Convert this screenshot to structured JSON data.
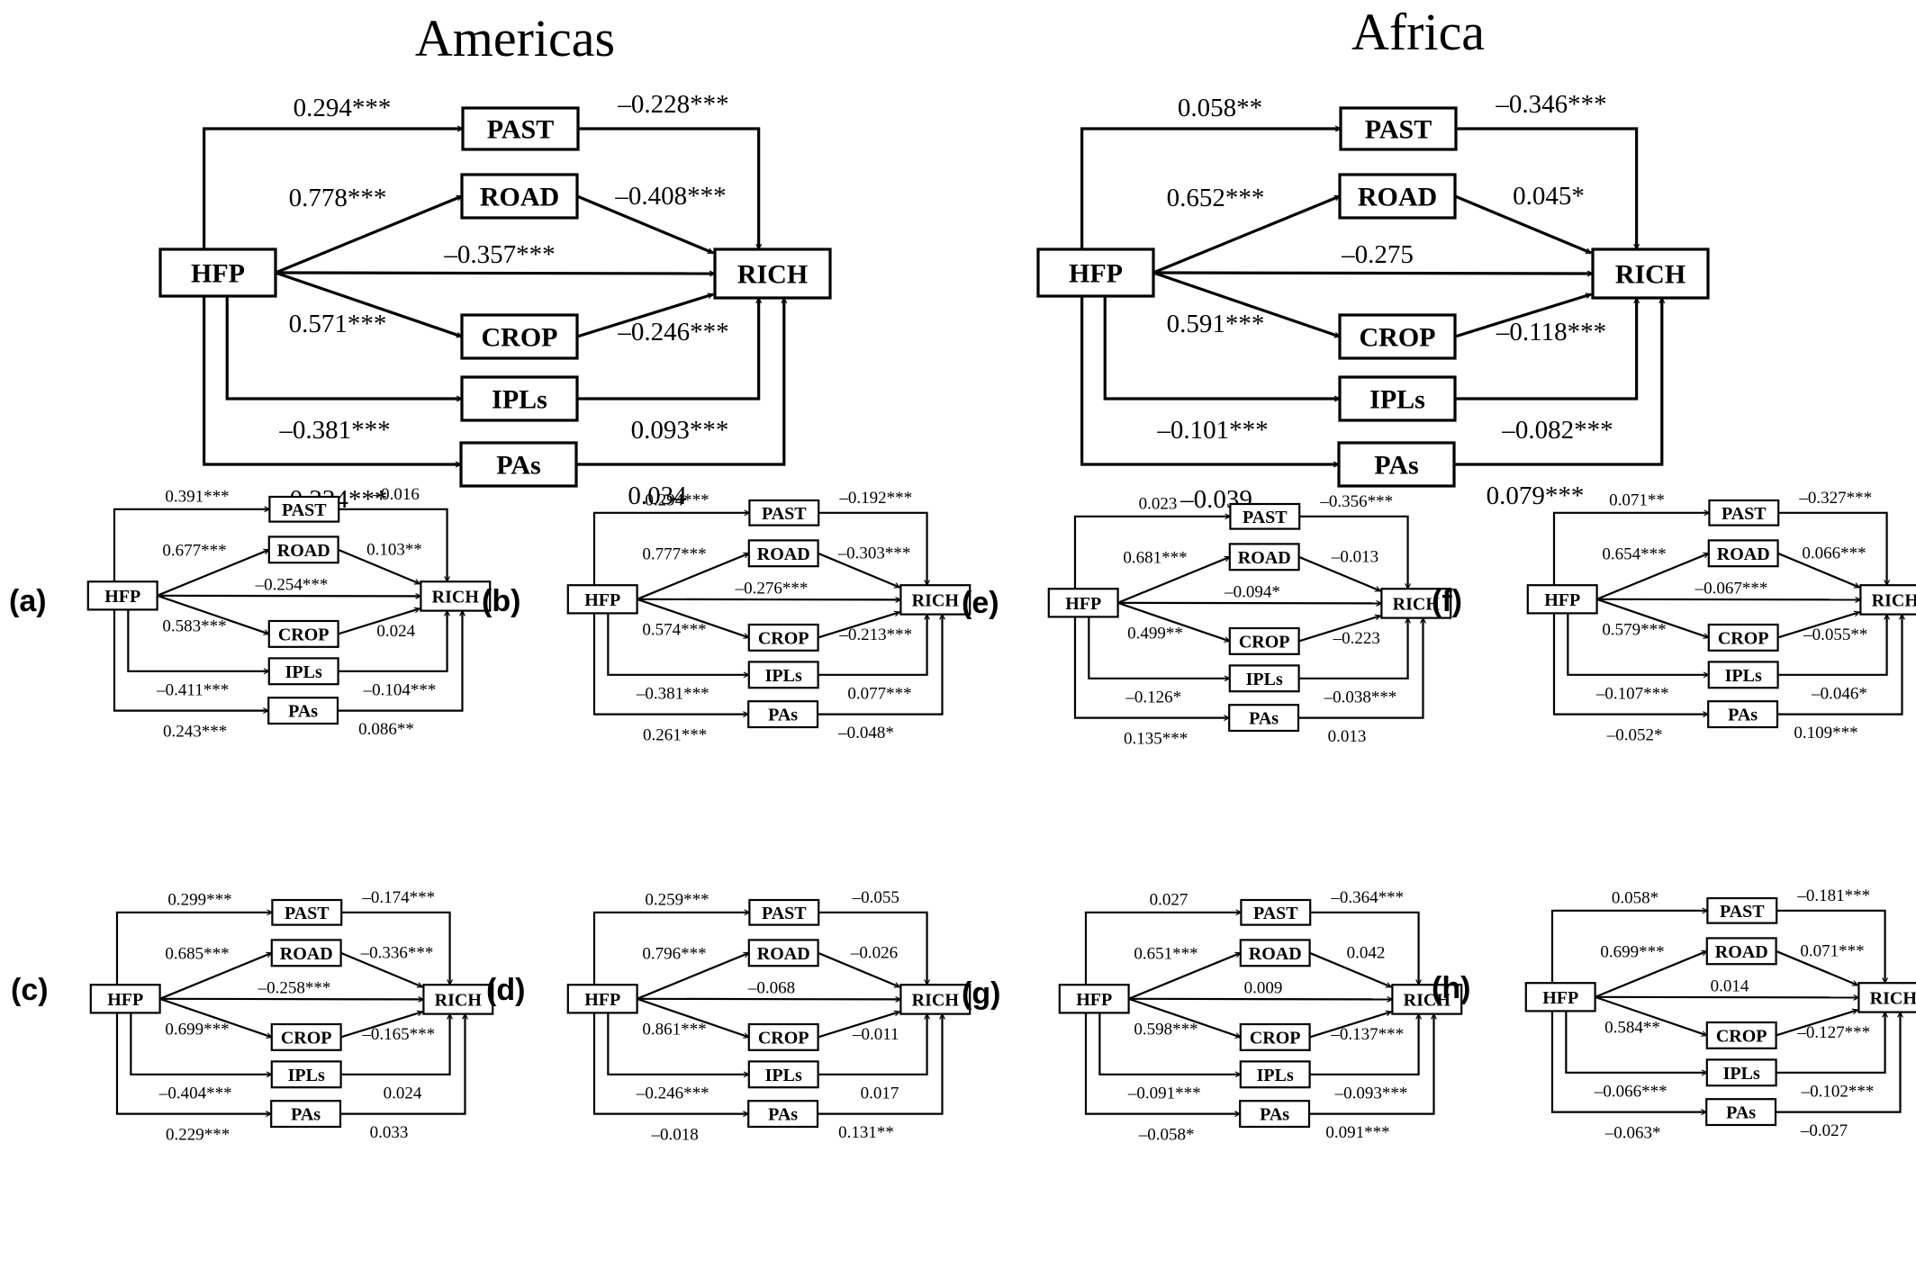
{
  "nodes": {
    "HFP": "HFP",
    "PAST": "PAST",
    "ROAD": "ROAD",
    "CROP": "CROP",
    "IPLs": "IPLs",
    "PAs": "PAs",
    "RICH": "RICH"
  },
  "edge_order": [
    "hfp_past",
    "hfp_road",
    "hfp_rich",
    "hfp_crop",
    "hfp_ipls",
    "hfp_pas",
    "past_rich",
    "road_rich",
    "crop_rich",
    "ipls_rich",
    "pas_rich"
  ],
  "panels": [
    {
      "id": "americas",
      "title": "Americas",
      "label": "",
      "coefficients": {
        "hfp_past": "0.294***",
        "hfp_road": "0.778***",
        "hfp_rich": "–0.357***",
        "hfp_crop": "0.571***",
        "hfp_ipls": "–0.381***",
        "hfp_pas": "0.224***",
        "past_rich": "–0.228***",
        "road_rich": "–0.408***",
        "crop_rich": "–0.246***",
        "ipls_rich": "0.093***",
        "pas_rich": "0.034"
      }
    },
    {
      "id": "africa",
      "title": "Africa",
      "label": "",
      "coefficients": {
        "hfp_past": "0.058**",
        "hfp_road": "0.652***",
        "hfp_rich": "–0.275",
        "hfp_crop": "0.591***",
        "hfp_ipls": "–0.101***",
        "hfp_pas": "–0.039",
        "past_rich": "–0.346***",
        "road_rich": "0.045*",
        "crop_rich": "–0.118***",
        "ipls_rich": "–0.082***",
        "pas_rich": "0.079***"
      }
    },
    {
      "id": "a",
      "title": "",
      "label": "(a)",
      "coefficients": {
        "hfp_past": "0.391***",
        "hfp_road": "0.677***",
        "hfp_rich": "–0.254***",
        "hfp_crop": "0.583***",
        "hfp_ipls": "–0.411***",
        "hfp_pas": "0.243***",
        "past_rich": "–0.016",
        "road_rich": "0.103**",
        "crop_rich": "0.024",
        "ipls_rich": "–0.104***",
        "pas_rich": "0.086**"
      }
    },
    {
      "id": "b",
      "title": "",
      "label": "(b)",
      "coefficients": {
        "hfp_past": "0.294***",
        "hfp_road": "0.777***",
        "hfp_rich": "–0.276***",
        "hfp_crop": "0.574***",
        "hfp_ipls": "–0.381***",
        "hfp_pas": "0.261***",
        "past_rich": "–0.192***",
        "road_rich": "–0.303***",
        "crop_rich": "–0.213***",
        "ipls_rich": "0.077***",
        "pas_rich": "–0.048*"
      }
    },
    {
      "id": "e",
      "title": "",
      "label": "(e)",
      "coefficients": {
        "hfp_past": "0.023",
        "hfp_road": "0.681***",
        "hfp_rich": "–0.094*",
        "hfp_crop": "0.499**",
        "hfp_ipls": "–0.126*",
        "hfp_pas": "0.135***",
        "past_rich": "–0.356***",
        "road_rich": "–0.013",
        "crop_rich": "–0.223",
        "ipls_rich": "–0.038***",
        "pas_rich": "0.013"
      }
    },
    {
      "id": "f",
      "title": "",
      "label": "(f)",
      "coefficients": {
        "hfp_past": "0.071**",
        "hfp_road": "0.654***",
        "hfp_rich": "–0.067***",
        "hfp_crop": "0.579***",
        "hfp_ipls": "–0.107***",
        "hfp_pas": "–0.052*",
        "past_rich": "–0.327***",
        "road_rich": "0.066***",
        "crop_rich": "–0.055**",
        "ipls_rich": "–0.046*",
        "pas_rich": "0.109***"
      }
    },
    {
      "id": "c",
      "title": "",
      "label": "(c)",
      "coefficients": {
        "hfp_past": "0.299***",
        "hfp_road": "0.685***",
        "hfp_rich": "–0.258***",
        "hfp_crop": "0.699***",
        "hfp_ipls": "–0.404***",
        "hfp_pas": "0.229***",
        "past_rich": "–0.174***",
        "road_rich": "–0.336***",
        "crop_rich": "–0.165***",
        "ipls_rich": "0.024",
        "pas_rich": "0.033"
      }
    },
    {
      "id": "d",
      "title": "",
      "label": "(d)",
      "coefficients": {
        "hfp_past": "0.259***",
        "hfp_road": "0.796***",
        "hfp_rich": "–0.068",
        "hfp_crop": "0.861***",
        "hfp_ipls": "–0.246***",
        "hfp_pas": "–0.018",
        "past_rich": "–0.055",
        "road_rich": "–0.026",
        "crop_rich": "–0.011",
        "ipls_rich": "0.017",
        "pas_rich": "0.131**"
      }
    },
    {
      "id": "g",
      "title": "",
      "label": "(g)",
      "coefficients": {
        "hfp_past": "0.027",
        "hfp_road": "0.651***",
        "hfp_rich": "0.009",
        "hfp_crop": "0.598***",
        "hfp_ipls": "–0.091***",
        "hfp_pas": "–0.058*",
        "past_rich": "–0.364***",
        "road_rich": "0.042",
        "crop_rich": "–0.137***",
        "ipls_rich": "–0.093***",
        "pas_rich": "0.091***"
      }
    },
    {
      "id": "h",
      "title": "",
      "label": "(h)",
      "coefficients": {
        "hfp_past": "0.058*",
        "hfp_road": "0.699***",
        "hfp_rich": "0.014",
        "hfp_crop": "0.584**",
        "hfp_ipls": "–0.066***",
        "hfp_pas": "–0.063*",
        "past_rich": "–0.181***",
        "road_rich": "0.071***",
        "crop_rich": "–0.127***",
        "ipls_rich": "–0.102***",
        "pas_rich": "–0.027"
      }
    }
  ]
}
